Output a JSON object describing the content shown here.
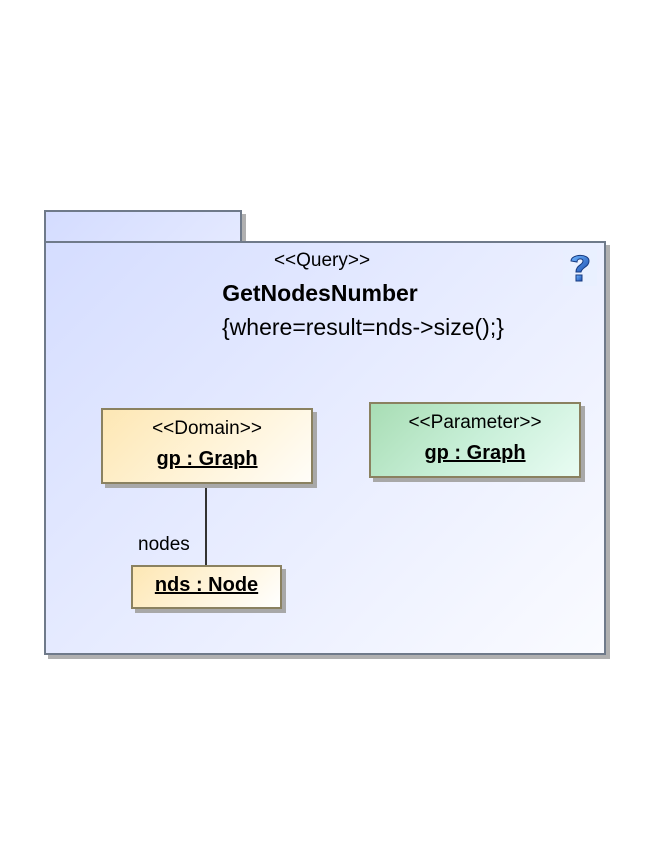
{
  "package": {
    "stereotype": "<<Query>>",
    "name": "GetNodesNumber",
    "constraint": "{where=result=nds->size();}"
  },
  "icons": {
    "help": "question-mark-icon"
  },
  "nodes": [
    {
      "stereotype": "<<Domain>>",
      "name": "gp : Graph",
      "color": "#fde7b4"
    },
    {
      "stereotype": "<<Parameter>>",
      "name": "gp : Graph",
      "color": "#a8ddb4"
    },
    {
      "name": "nds : Node",
      "color": "#fde7b4"
    }
  ],
  "edges": [
    {
      "label": "nodes"
    }
  ]
}
